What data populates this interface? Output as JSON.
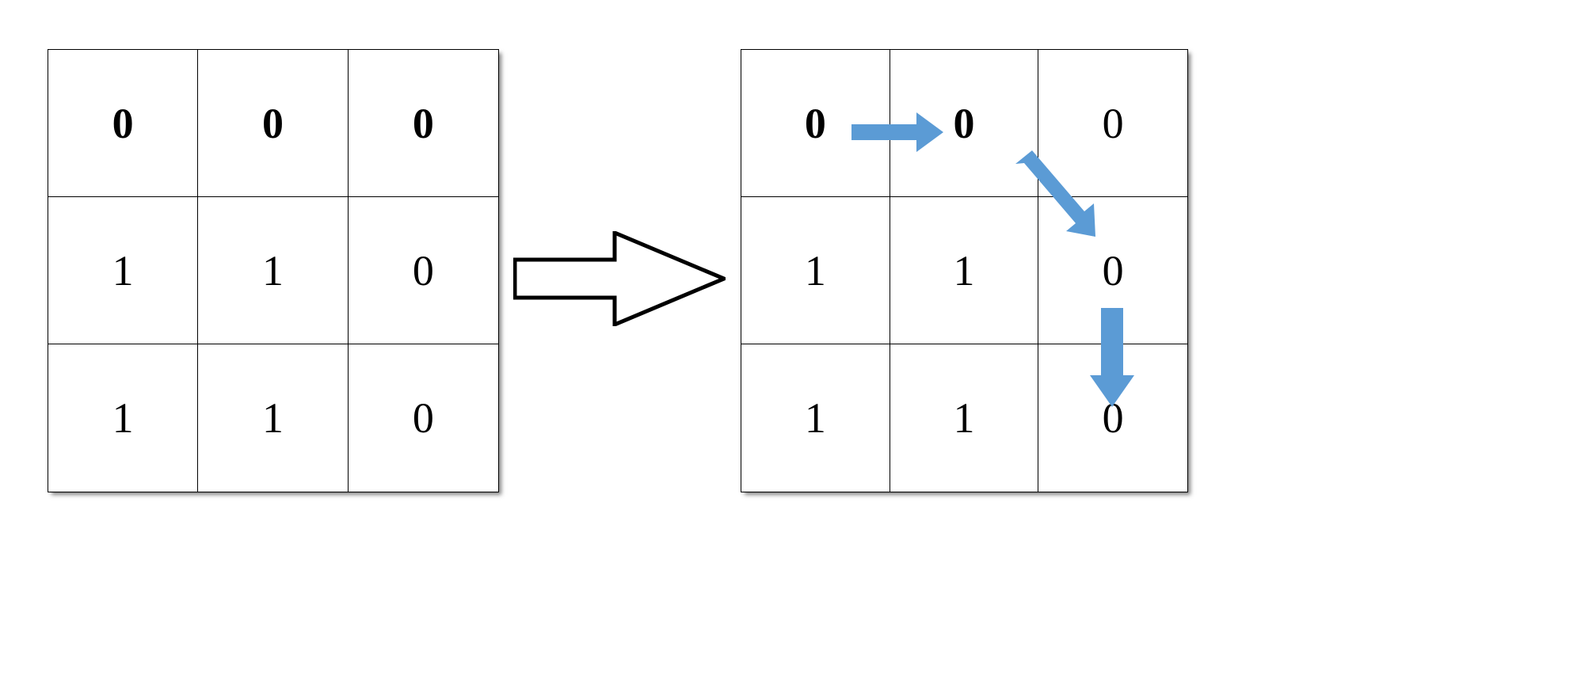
{
  "diagram": {
    "title": "Binary grid flood-fill transformation",
    "type": "two-panel-grid-with-arrows",
    "accent_color": "#5B9BD5",
    "grid_line_color": "#000000",
    "background_color": "#FFFFFF"
  },
  "left_grid": {
    "name": "input-grid",
    "rows": 3,
    "cols": 3,
    "cells": [
      {
        "value": "0",
        "bold": true
      },
      {
        "value": "0",
        "bold": true
      },
      {
        "value": "0",
        "bold": true
      },
      {
        "value": "1",
        "bold": false
      },
      {
        "value": "1",
        "bold": false
      },
      {
        "value": "0",
        "bold": false
      },
      {
        "value": "1",
        "bold": false
      },
      {
        "value": "1",
        "bold": false
      },
      {
        "value": "0",
        "bold": false
      }
    ]
  },
  "right_grid": {
    "name": "output-grid",
    "rows": 3,
    "cols": 3,
    "cells": [
      {
        "value": "0",
        "bold": true
      },
      {
        "value": "0",
        "bold": true
      },
      {
        "value": "0",
        "bold": false
      },
      {
        "value": "1",
        "bold": false
      },
      {
        "value": "1",
        "bold": false
      },
      {
        "value": "0",
        "bold": false
      },
      {
        "value": "1",
        "bold": false
      },
      {
        "value": "1",
        "bold": false
      },
      {
        "value": "0",
        "bold": false
      }
    ]
  },
  "transition_arrow": {
    "name": "transition-arrow",
    "direction": "right",
    "style": "hollow-outline",
    "stroke_color": "#000000",
    "fill_color": "#FFFFFF"
  },
  "path_arrows": [
    {
      "name": "arrow-right-r0c0-to-r0c1",
      "direction": "right",
      "color": "#5B9BD5"
    },
    {
      "name": "arrow-diagonal-r0c1-to-r1c2",
      "direction": "down-right",
      "color": "#5B9BD5"
    },
    {
      "name": "arrow-down-r1c2-to-r2c2",
      "direction": "down",
      "color": "#5B9BD5"
    }
  ],
  "chart_data": {
    "type": "heatmap",
    "title": "Binary grid transformation",
    "xlabel": "",
    "ylabel": "",
    "grid": true,
    "legend_position": "none",
    "panels": [
      {
        "name": "input",
        "matrix": [
          [
            0,
            0,
            0
          ],
          [
            1,
            1,
            0
          ],
          [
            1,
            1,
            0
          ]
        ]
      },
      {
        "name": "output",
        "matrix": [
          [
            0,
            0,
            0
          ],
          [
            1,
            1,
            0
          ],
          [
            1,
            1,
            0
          ]
        ],
        "annotations": [
          {
            "type": "arrow",
            "from": [
              0,
              0
            ],
            "to": [
              0,
              1
            ],
            "direction": "right"
          },
          {
            "type": "arrow",
            "from": [
              0,
              1
            ],
            "to": [
              1,
              2
            ],
            "direction": "down-right"
          },
          {
            "type": "arrow",
            "from": [
              1,
              2
            ],
            "to": [
              2,
              2
            ],
            "direction": "down"
          }
        ]
      }
    ]
  }
}
